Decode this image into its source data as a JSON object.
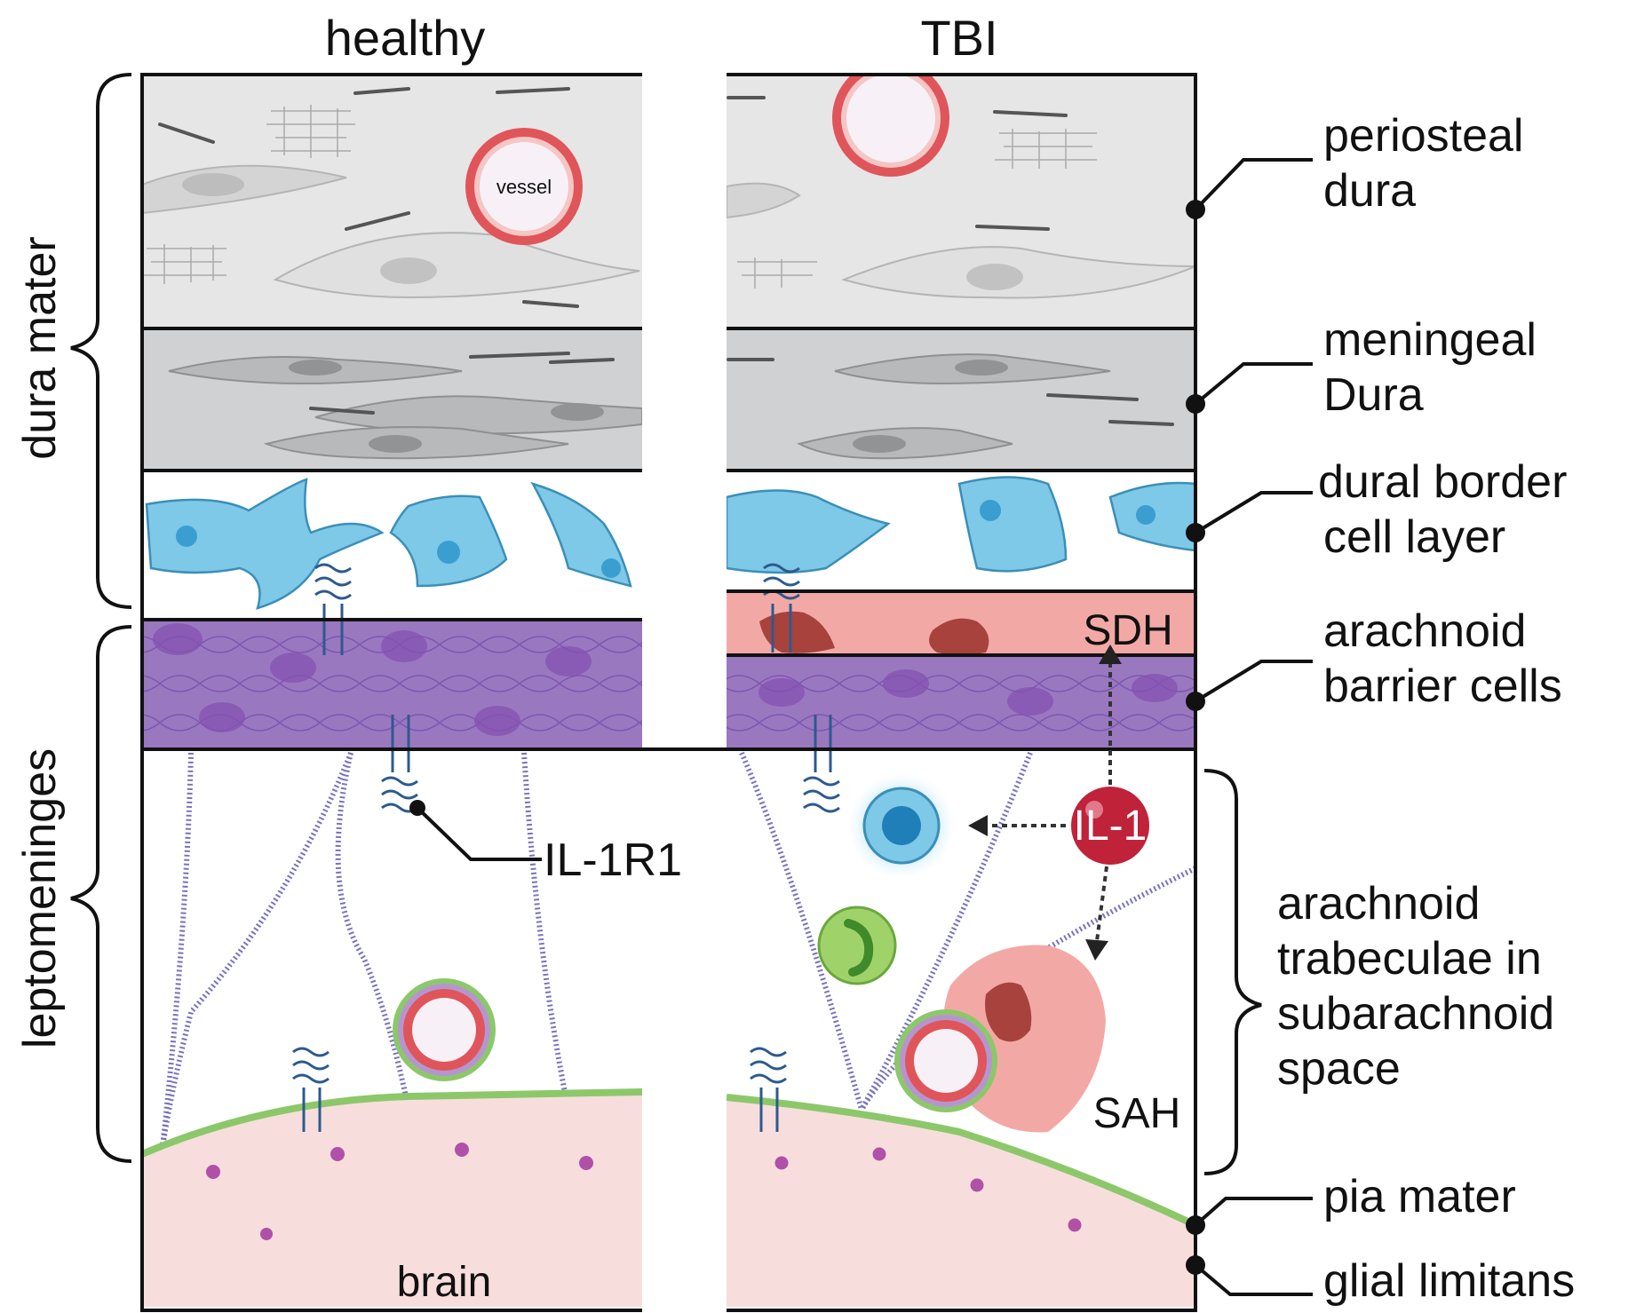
{
  "columns": {
    "left": "healthy",
    "right": "TBI"
  },
  "brackets": {
    "dura": "dura mater",
    "lepto": "leptomeninges"
  },
  "layers": {
    "periosteal": [
      "periosteal",
      "dura"
    ],
    "meningeal": [
      "meningeal",
      "Dura"
    ],
    "border": [
      "dural border",
      "cell layer"
    ],
    "barrier": [
      "arachnoid",
      "barrier cells"
    ],
    "trabeculae": [
      "arachnoid",
      "trabeculae in",
      "subarachnoid",
      "space"
    ],
    "pia": "pia mater",
    "glial": "glial limitans"
  },
  "annotations": {
    "vessel": "vessel",
    "il1r1": "IL-1R1",
    "il1": "IL-1",
    "sdh": "SDH",
    "sah": "SAH",
    "brain": "brain"
  },
  "colors": {
    "periosteal": "#e6e6e6",
    "meningeal": "#cfd1d3",
    "border_cells": "#7ec8e8",
    "barrier": "#9a78c0",
    "sdh": "#f2a9a6",
    "blood": "#a8423c",
    "pia": "#8cc86a",
    "brain": "#f7dedd",
    "vessel_wall": "#e0555a",
    "il1": "#c0223a",
    "immune_cell": "#3aa0d0",
    "neutrophil": "#7cc244"
  }
}
